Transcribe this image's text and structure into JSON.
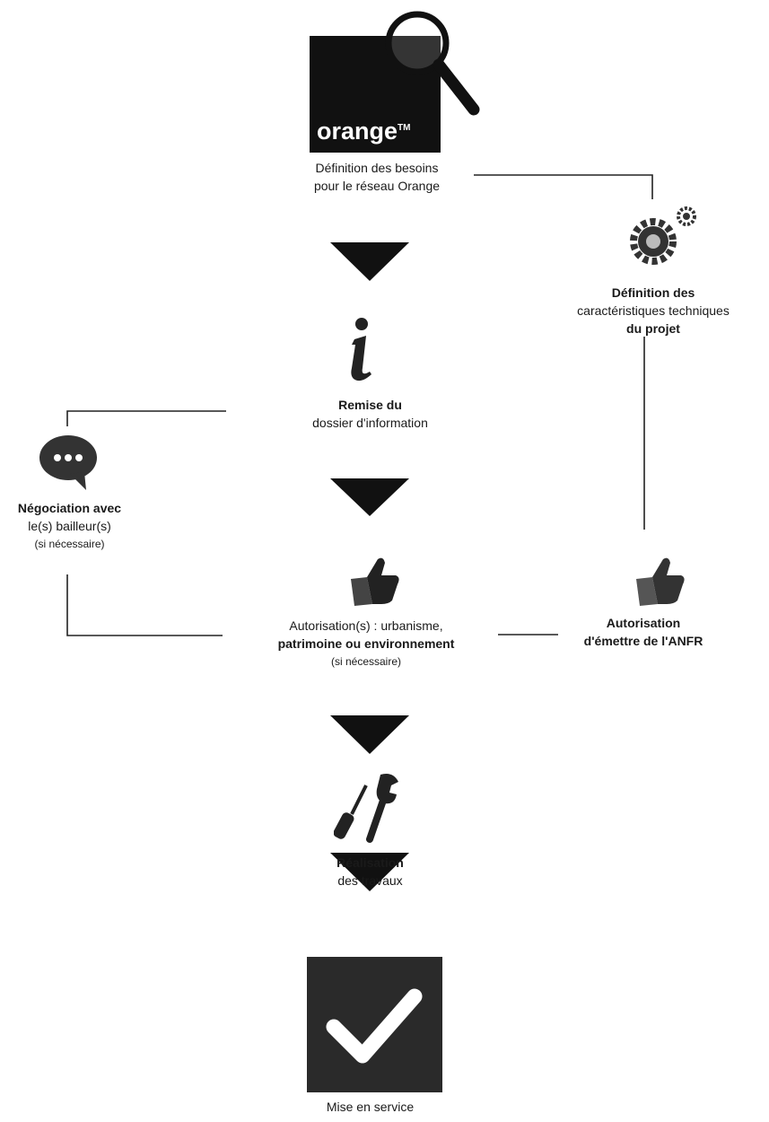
{
  "logo": {
    "text": "orange",
    "tm": "TM"
  },
  "steps": {
    "definition_besoins": {
      "line1": "Définition des besoins",
      "line2": "pour le réseau Orange"
    },
    "definition_tech": {
      "line1": "Définition des",
      "line2": "caractéristiques techniques",
      "line3": "du projet"
    },
    "remise_dossier": {
      "line1": "Remise du",
      "line2": "dossier d'information"
    },
    "negociation": {
      "line1": "Négociation avec",
      "line2": "le(s) bailleur(s)",
      "line3": "(si nécessaire)"
    },
    "autorisations": {
      "line1": "Autorisation(s) : urbanisme,",
      "line2": "patrimoine ou environnement",
      "line3": "(si nécessaire)"
    },
    "autorisation_anfr": {
      "line1": "Autorisation",
      "line2": "d'émettre de l'ANFR"
    },
    "realisation": {
      "line1": "Réalisation",
      "line2": "des travaux"
    },
    "mise_en_service": {
      "line1": "Mise en service"
    }
  },
  "icons": [
    "magnifier-icon",
    "gears-icon",
    "info-icon",
    "chat-bubble-icon",
    "thumbs-up-icon",
    "tools-icon",
    "checkmark-icon"
  ],
  "colors": {
    "icon": "#222222",
    "arrow": "#111111",
    "line": "#222222"
  }
}
